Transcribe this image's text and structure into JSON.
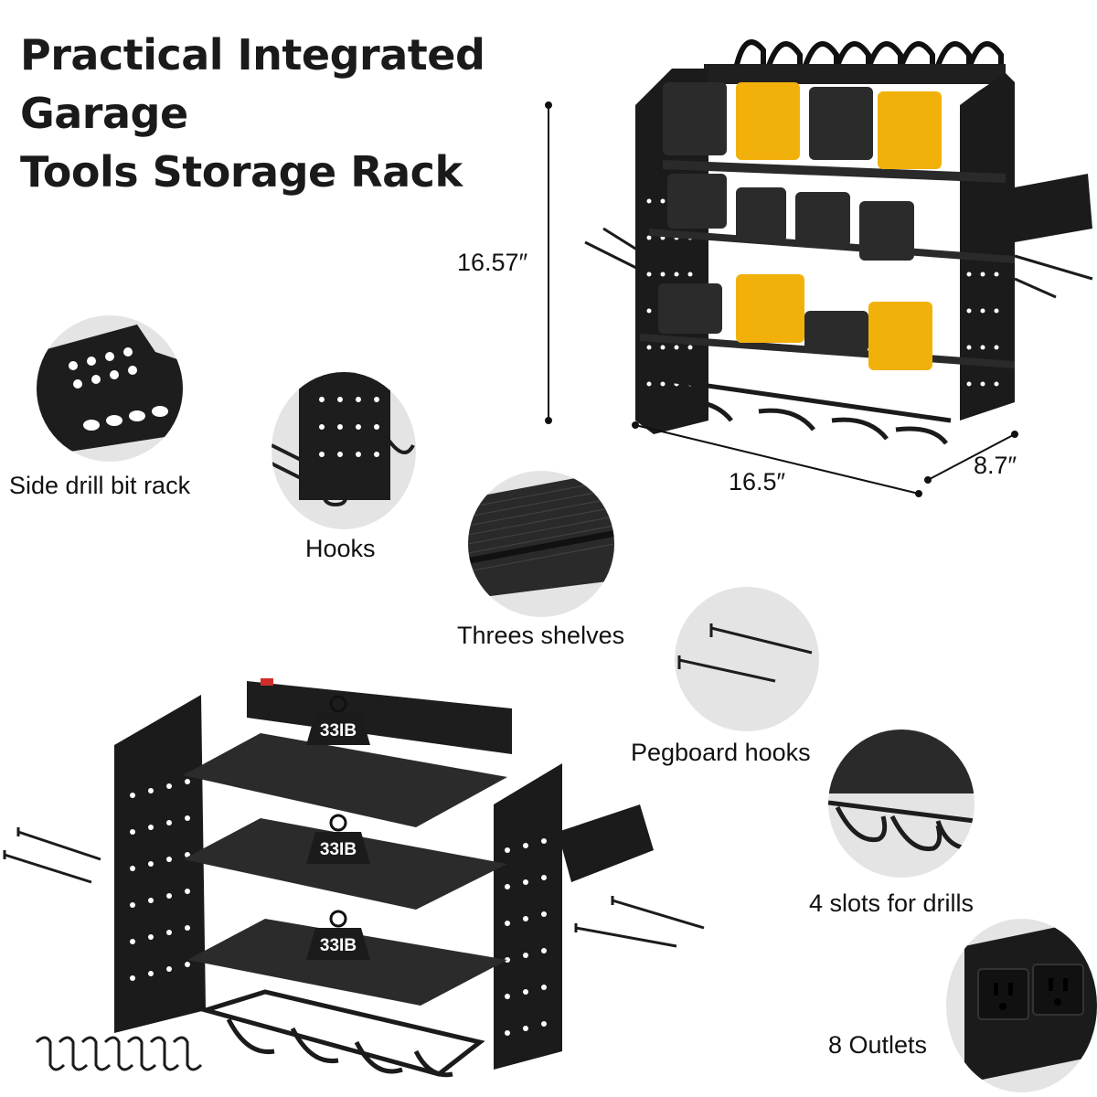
{
  "title_line1": "Practical Integrated Garage",
  "title_line2": "Tools Storage Rack",
  "dimensions": {
    "height": "16.57″",
    "width": "16.5″",
    "depth": "8.7″"
  },
  "features": [
    {
      "label": "Side drill bit rack",
      "icon": "drill-bit-rack-icon"
    },
    {
      "label": "Hooks",
      "icon": "hooks-icon"
    },
    {
      "label": "Threes shelves",
      "icon": "shelves-icon"
    },
    {
      "label": "Pegboard hooks",
      "icon": "pegboard-hooks-icon"
    },
    {
      "label": "4 slots for drills",
      "icon": "drill-slots-icon"
    },
    {
      "label": "8 Outlets",
      "icon": "outlets-icon"
    }
  ],
  "shelf_weights": [
    "33IB",
    "33IB",
    "33IB"
  ],
  "colors": {
    "rack": "#1c1c1c",
    "battery_yellow": "#f2b10a",
    "circle_bg": "#e4e4e4"
  }
}
